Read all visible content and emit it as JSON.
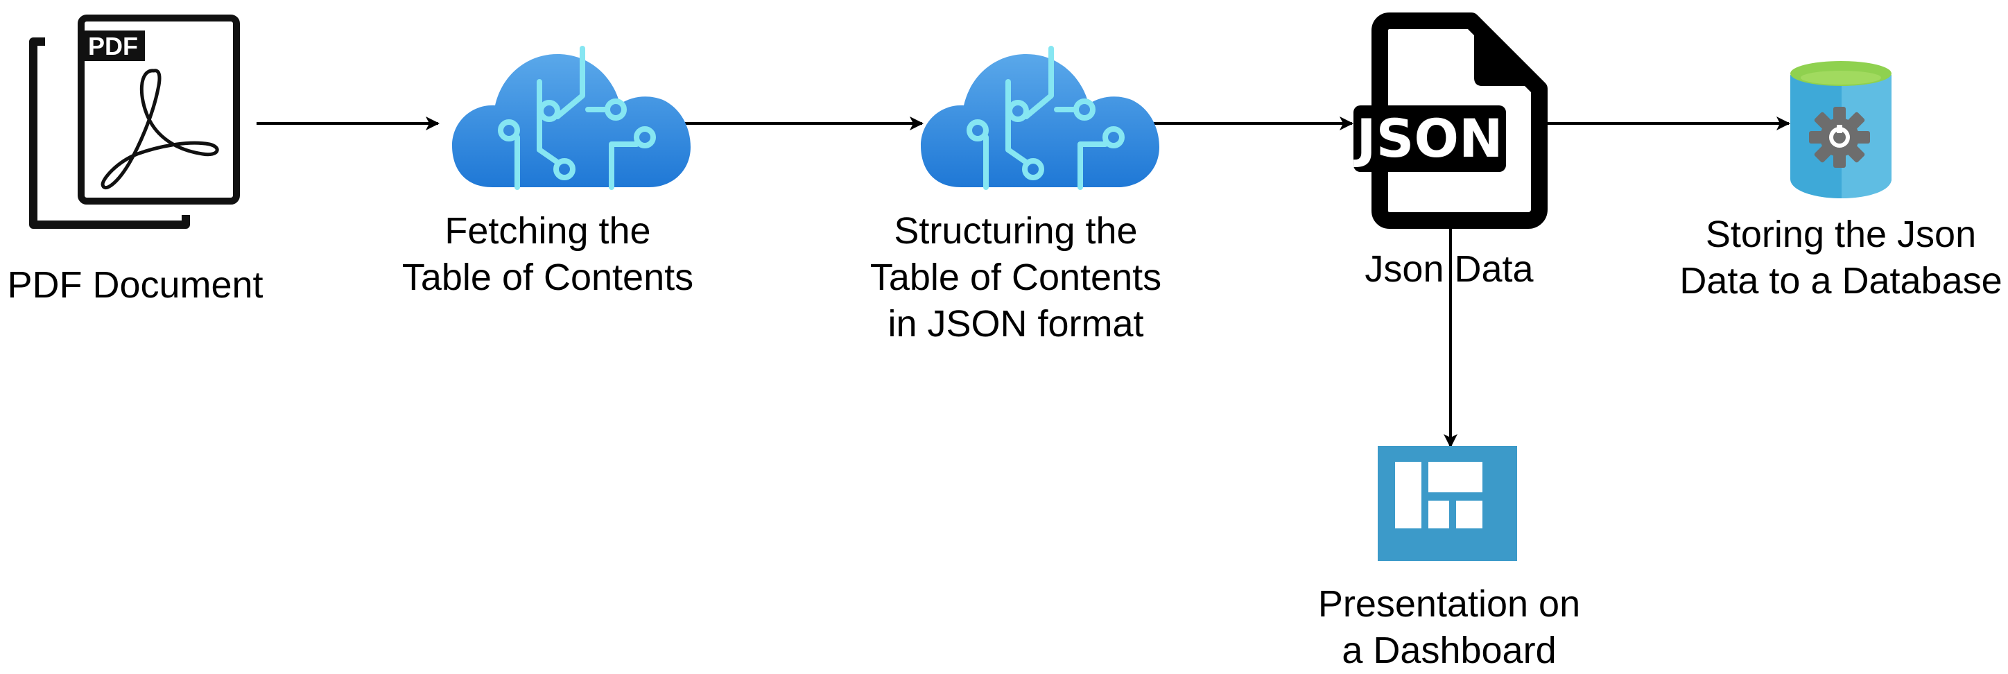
{
  "nodes": {
    "pdf": {
      "label": "PDF Document",
      "icon": "pdf-document-icon",
      "badge": "PDF"
    },
    "fetch": {
      "label": "Fetching the\nTable of Contents",
      "icon": "cloud-ai-icon"
    },
    "structure": {
      "label": "Structuring the\nTable of Contents\nin JSON format",
      "icon": "cloud-ai-icon"
    },
    "json": {
      "label": "Json Data",
      "icon": "json-file-icon",
      "badge": "JSON"
    },
    "store": {
      "label": "Storing the Json\nData to a Database",
      "icon": "database-gear-icon"
    },
    "dashboard": {
      "label": "Presentation on\na Dashboard",
      "icon": "dashboard-icon"
    }
  },
  "edges": [
    {
      "from": "pdf",
      "to": "fetch"
    },
    {
      "from": "fetch",
      "to": "structure"
    },
    {
      "from": "structure",
      "to": "json"
    },
    {
      "from": "json",
      "to": "store"
    },
    {
      "from": "json",
      "to": "dashboard"
    }
  ],
  "colors": {
    "cloud_top": "#5aa8ea",
    "cloud_bottom": "#1f78d6",
    "circuit": "#86e6f2",
    "db_body": "#3ea9d8",
    "db_top": "#8fd14f",
    "gear": "#6d6d6d",
    "dashboard": "#3c9ac9",
    "arrow": "#000000"
  }
}
